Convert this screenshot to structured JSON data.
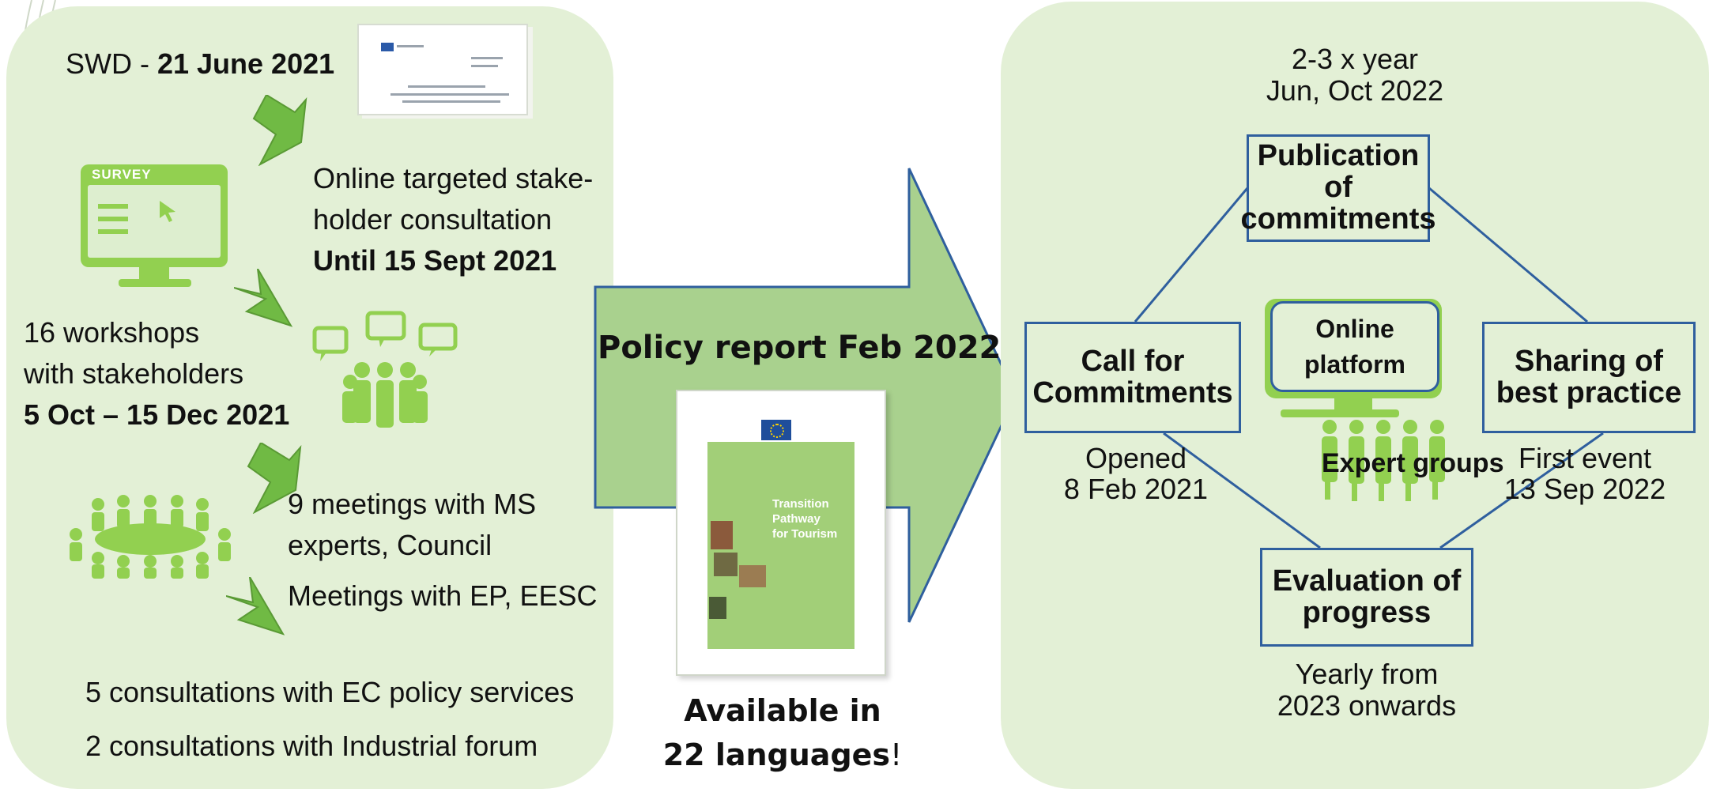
{
  "left": {
    "swd_prefix": "SWD - ",
    "swd_date": "21 June 2021",
    "survey_label": "SURVEY",
    "consult_line1": "Online targeted stake-",
    "consult_line2": "holder consultation",
    "consult_until": "Until 15 Sept 2021",
    "workshops_line1": "16 workshops",
    "workshops_line2": "with stakeholders",
    "workshops_dates": "5 Oct – 15 Dec 2021",
    "ms_line1": "9 meetings with MS",
    "ms_line2": "experts, Council",
    "ep_meetings": "Meetings with EP, EESC",
    "ec_consultations": "5 consultations with EC policy services",
    "industrial_consultations": "2 consultations with Industrial forum"
  },
  "middle": {
    "policy_report": "Policy report Feb 2022",
    "cover_title_1": "Transition",
    "cover_title_2": "Pathway",
    "cover_title_3": "for Tourism",
    "available_line1": "Available in",
    "available_line2_bold": "22 languages",
    "available_line2_suffix": "!"
  },
  "right": {
    "freq_line1": "2-3 x year",
    "freq_line2": "Jun, Oct 2022",
    "publication_line1": "Publication of",
    "publication_line2": "commitments",
    "call_line1": "Call for",
    "call_line2": "Commitments",
    "online_line1": "Online",
    "online_line2": "platform",
    "sharing_line1": "Sharing of",
    "sharing_line2": "best practice",
    "opened_line1": "Opened",
    "opened_line2": "8 Feb 2021",
    "expert_groups": "Expert groups",
    "first_event_line1": "First event",
    "first_event_line2": "13 Sep 2022",
    "evaluation_line1": "Evaluation of",
    "evaluation_line2": "progress",
    "yearly_line1": "Yearly from",
    "yearly_line2": "2023 onwards"
  },
  "colors": {
    "panel": "#e3f0d6",
    "arrow_fill": "#a9d18e",
    "icon_green": "#92d050",
    "chevron_green": "#70ba44",
    "box_border": "#2f5f9e"
  }
}
